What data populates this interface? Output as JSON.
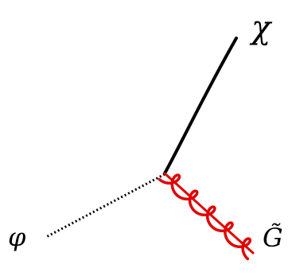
{
  "diagram": {
    "labels": {
      "chi": "χ",
      "phi": "φ",
      "gluino": "G̃"
    },
    "lines": {
      "chi": {
        "style": "solid",
        "color": "#000000"
      },
      "phi": {
        "style": "dotted",
        "color": "#000000"
      },
      "gluino": {
        "style": "curly-with-line",
        "color": "#e00000"
      }
    }
  }
}
